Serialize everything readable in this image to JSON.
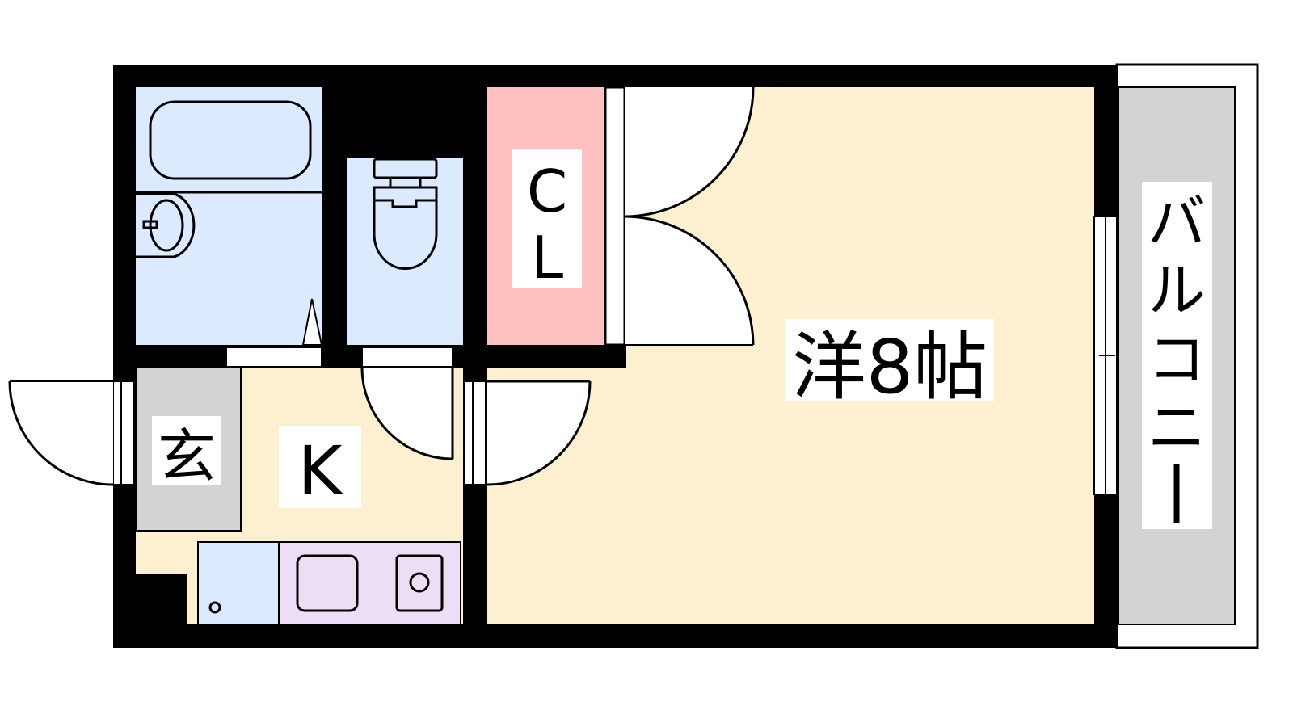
{
  "colors": {
    "wall": "#000000",
    "wet_area": "#dbeafe",
    "closet": "#ffc0c0",
    "room": "#fdf0d0",
    "genkan": "#d3d3d3",
    "balcony": "#d3d3d3",
    "stove": "#ecdff5"
  },
  "rooms": {
    "closet": {
      "label_line1": "C",
      "label_line2": "L"
    },
    "western_room": {
      "label": "洋8帖"
    },
    "kitchen": {
      "label": "K"
    },
    "genkan": {
      "label": "玄"
    },
    "balcony": {
      "label_chars": [
        "バ",
        "ル",
        "コ",
        "ニ",
        "ー"
      ]
    }
  }
}
